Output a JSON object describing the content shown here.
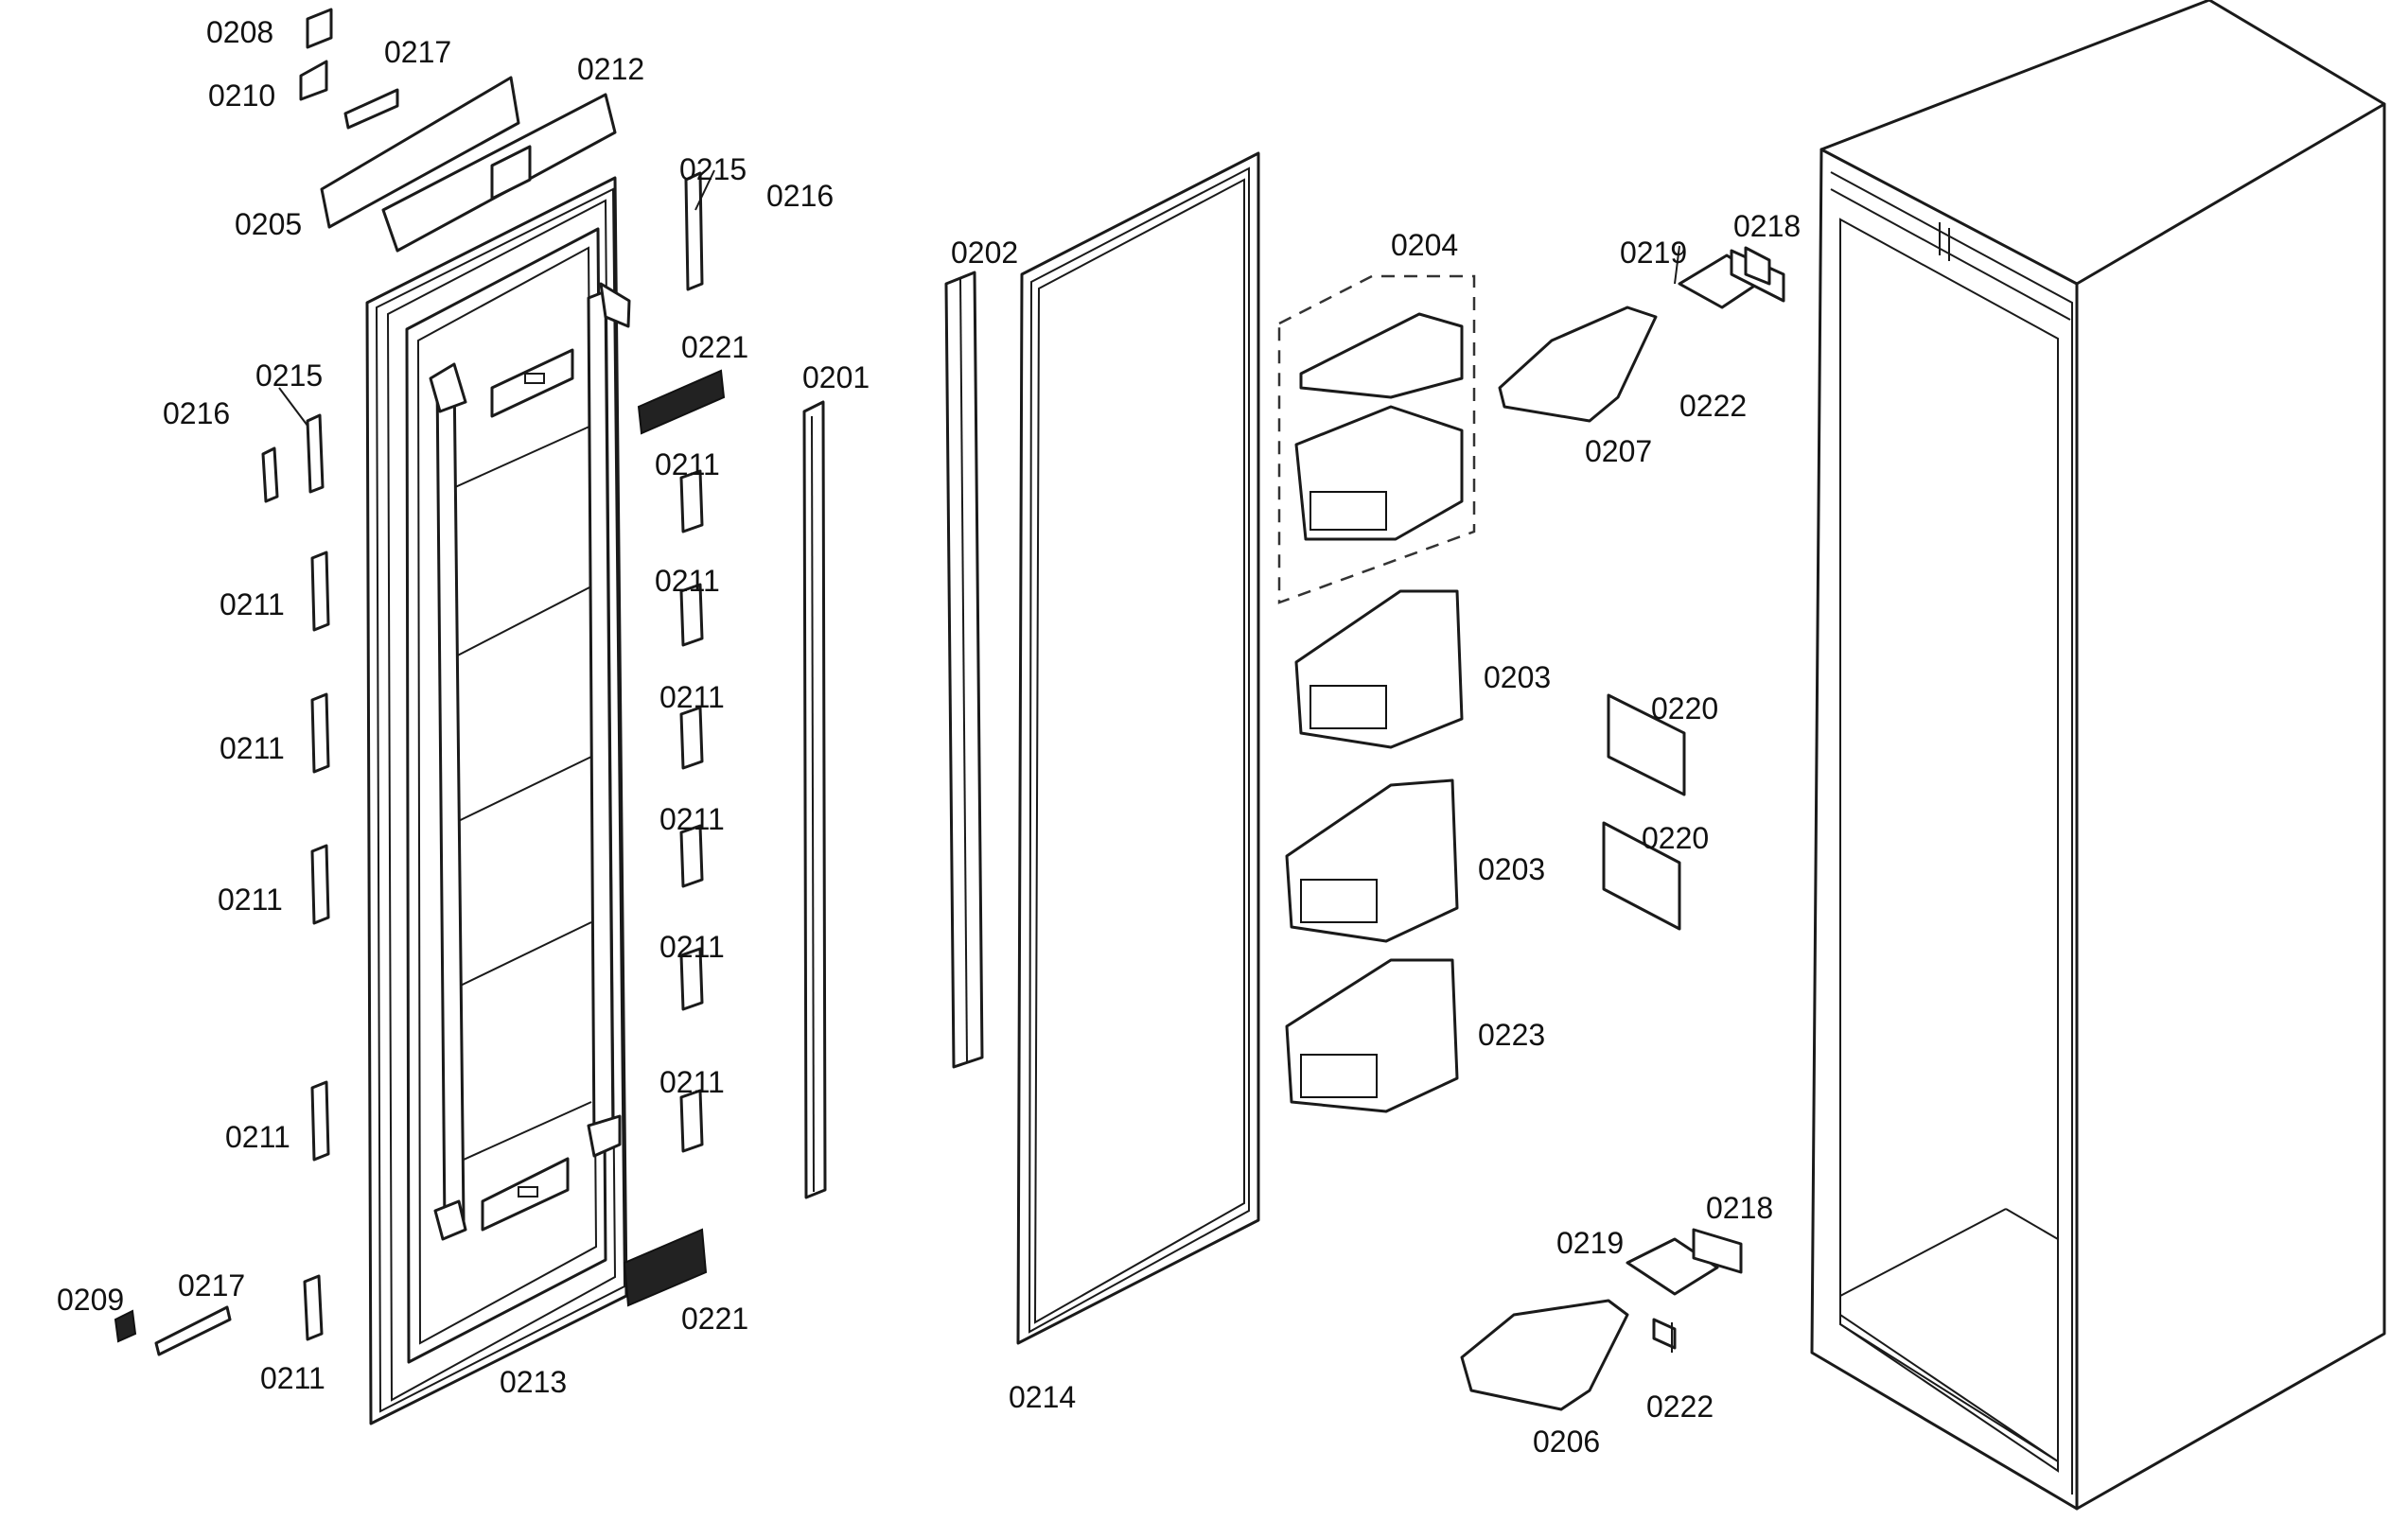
{
  "labels": {
    "p0208": "0208",
    "p0210": "0210",
    "p0217_top": "0217",
    "p0212": "0212",
    "p0205": "0205",
    "p0215_top": "0215",
    "p0216_top": "0216",
    "p0221_top": "0221",
    "p0201": "0201",
    "p0202": "0202",
    "p0204": "0204",
    "p0219_top": "0219",
    "p0218_top": "0218",
    "p0222_top": "0222",
    "p0207": "0207",
    "p0215_left": "0215",
    "p0216_left": "0216",
    "p0211_c1": "0211",
    "p0211_c2": "0211",
    "p0211_c3": "0211",
    "p0211_c4": "0211",
    "p0211_c5": "0211",
    "p0211_c6": "0211",
    "p0211_l1": "0211",
    "p0211_l2": "0211",
    "p0211_l3": "0211",
    "p0211_l4": "0211",
    "p0211_l5": "0211",
    "p0203_a": "0203",
    "p0203_b": "0203",
    "p0220_a": "0220",
    "p0220_b": "0220",
    "p0223": "0223",
    "p0209": "0209",
    "p0217_bot": "0217",
    "p0221_bot": "0221",
    "p0213": "0213",
    "p0214": "0214",
    "p0219_bot": "0219",
    "p0218_bot": "0218",
    "p0222_bot": "0222",
    "p0206": "0206"
  }
}
